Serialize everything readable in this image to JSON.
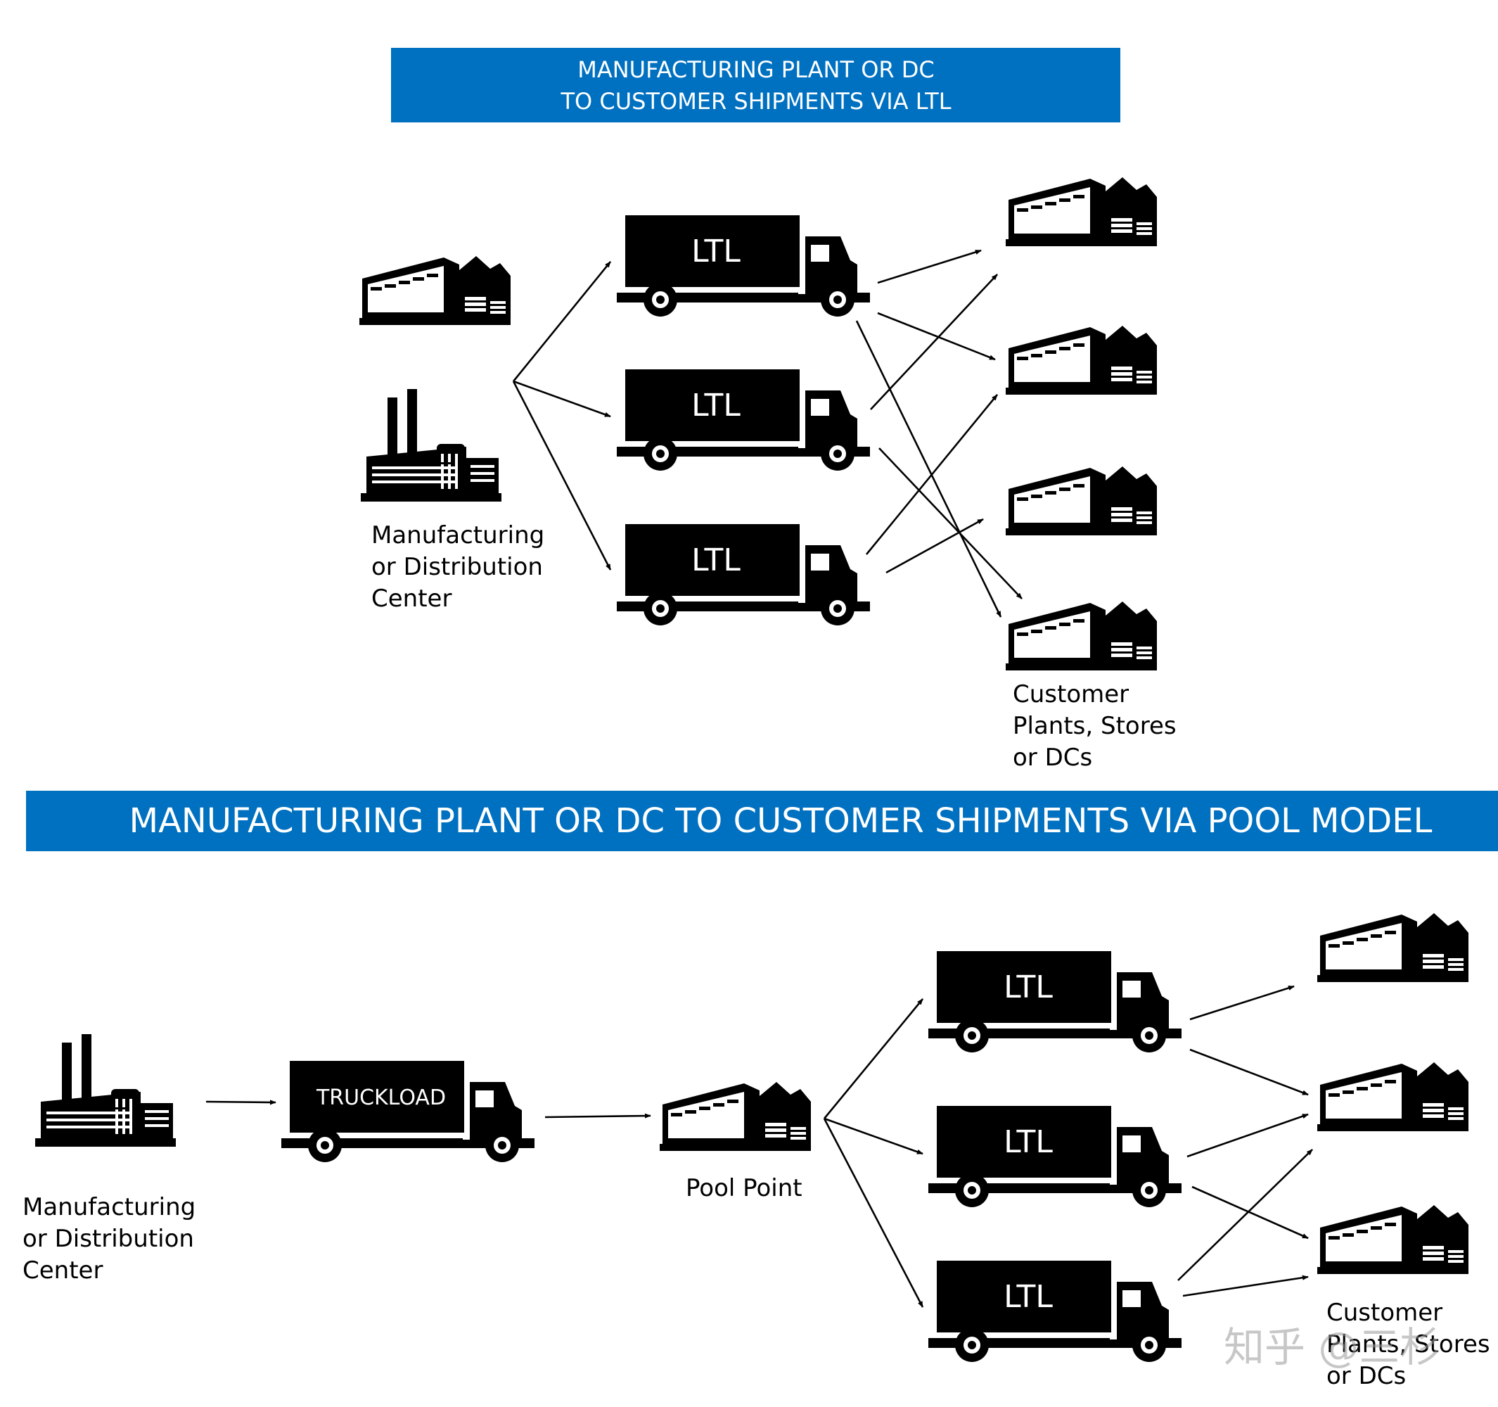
{
  "colors": {
    "banner": "#0070c0",
    "ink": "#000000",
    "paper": "#ffffff"
  },
  "ltl_section": {
    "banner_line1": "MANUFACTURING PLANT OR DC",
    "banner_line2": "TO CUSTOMER SHIPMENTS VIA LTL",
    "source_label": [
      "Manufacturing",
      "or Distribution",
      "Center"
    ],
    "truck_label": "LTL",
    "customer_label": [
      "Customer",
      "Plants, Stores",
      "or DCs"
    ]
  },
  "pool_section": {
    "banner": "MANUFACTURING PLANT OR DC TO CUSTOMER SHIPMENTS VIA POOL MODEL",
    "source_label": [
      "Manufacturing",
      "or Distribution",
      "Center"
    ],
    "truckload_label": "TRUCKLOAD",
    "pool_point_label": "Pool Point",
    "truck_label": "LTL",
    "customer_label": [
      "Customer",
      "Plants, Stores",
      "or DCs"
    ]
  },
  "watermark": "知乎 @三杉",
  "icons": [
    "warehouse-icon",
    "factory-icon",
    "truck-icon"
  ]
}
